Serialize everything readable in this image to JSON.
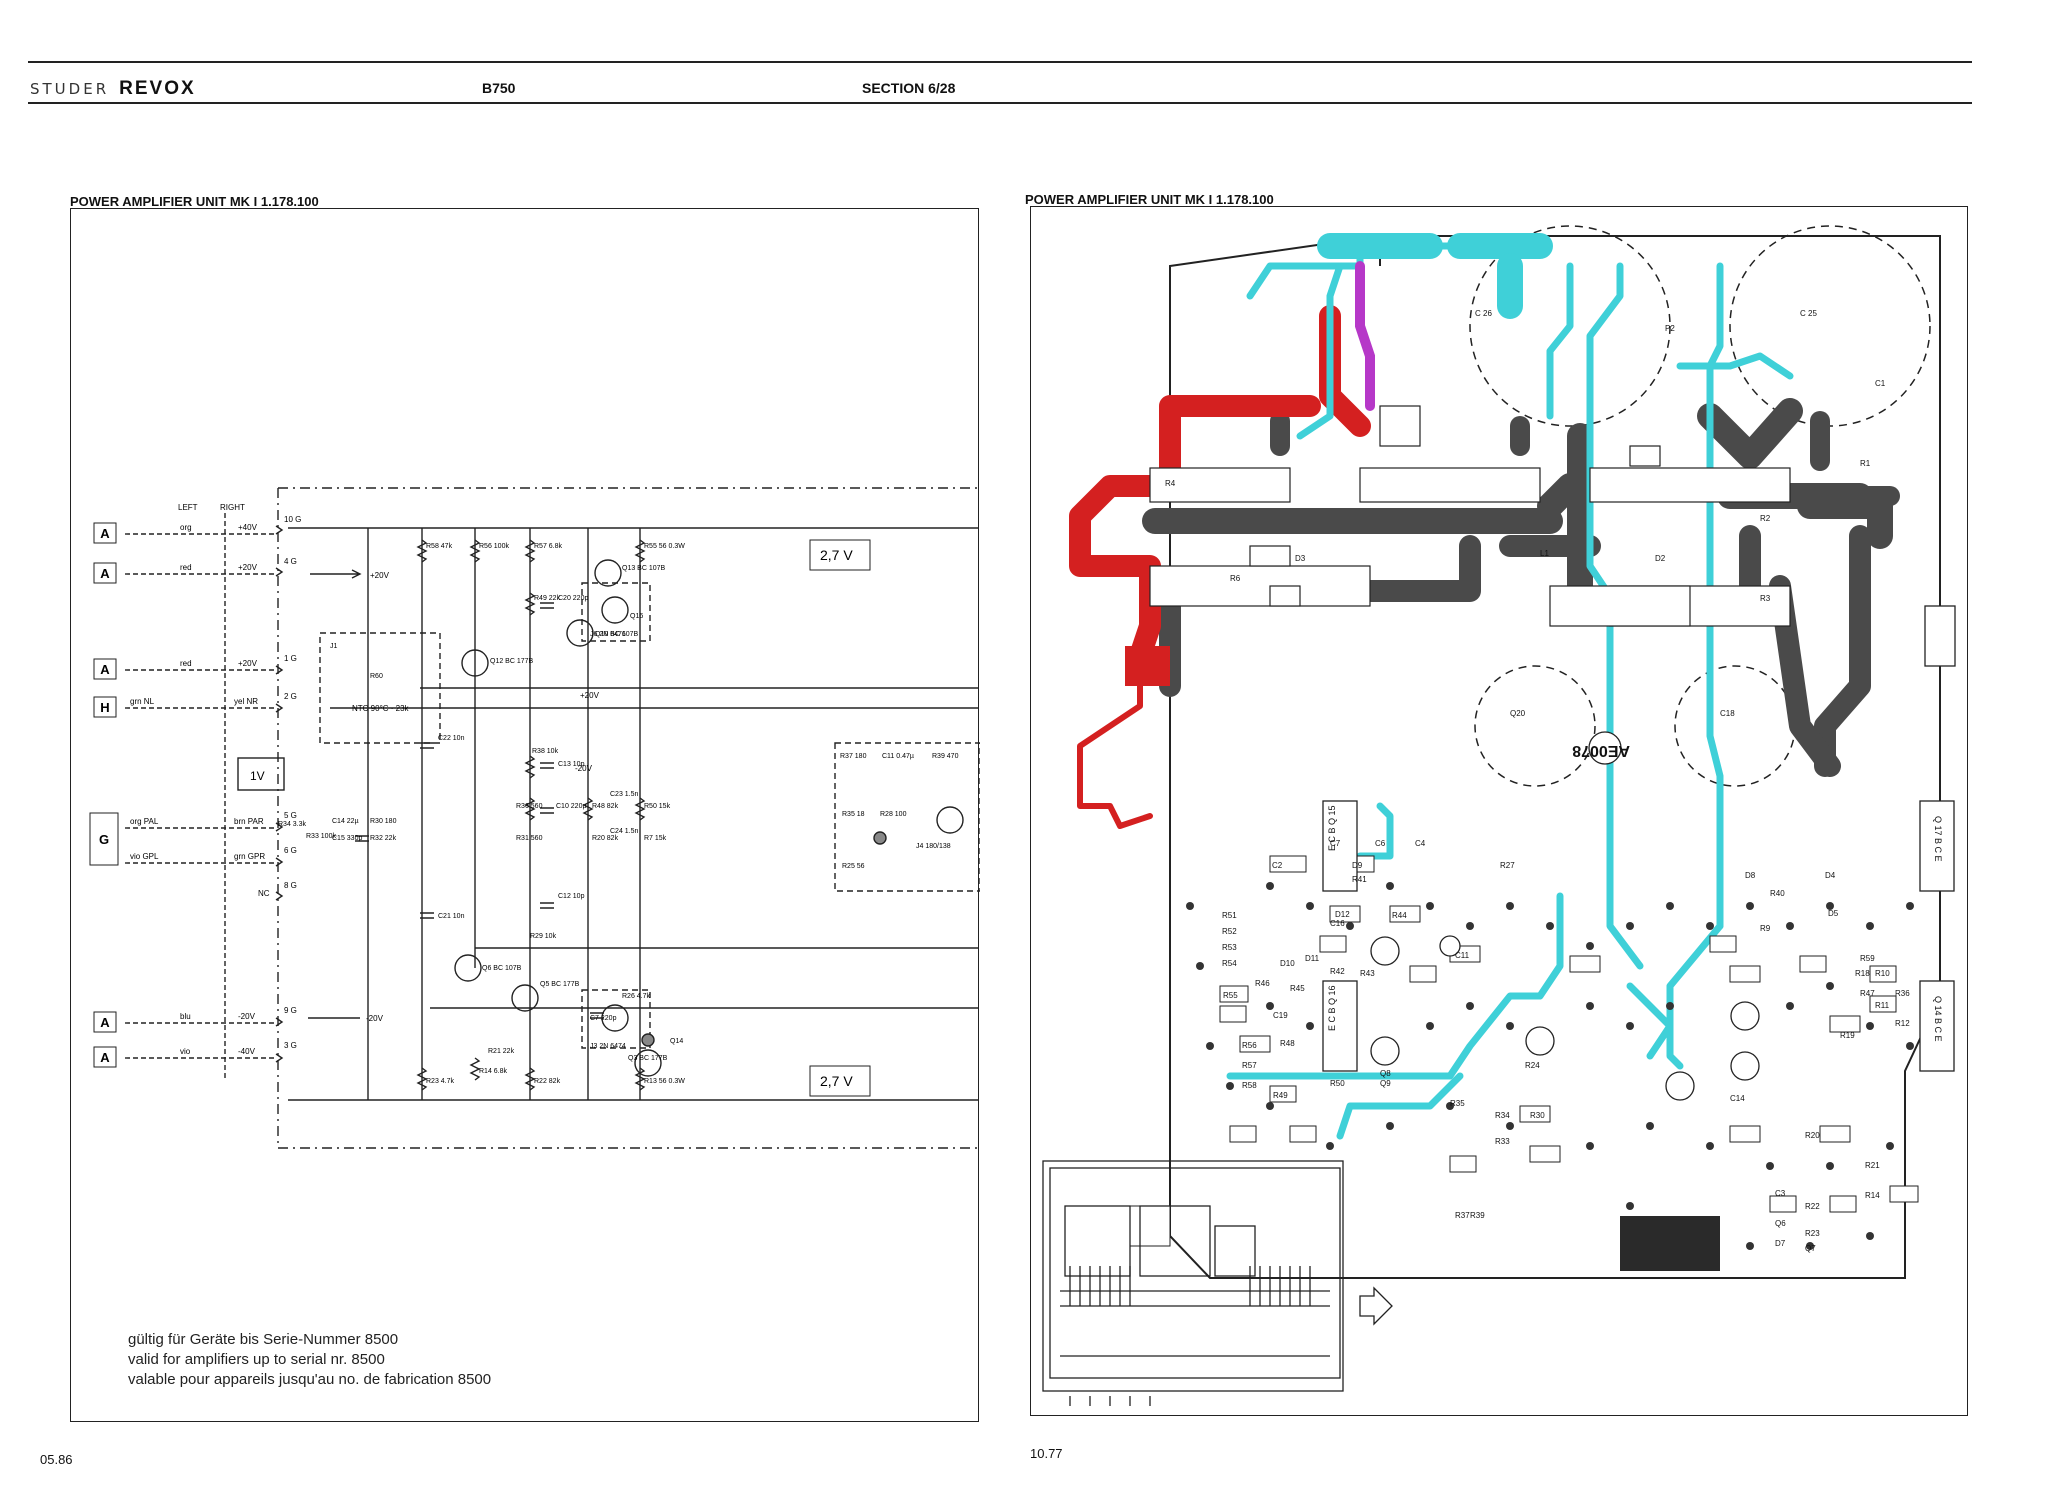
{
  "header": {
    "brand_studer": "STUDER",
    "brand_revox": "REVOX",
    "model": "B750",
    "section": "SECTION 6/28"
  },
  "left_panel": {
    "title": "POWER AMPLIFIER UNIT MK I 1.178.100",
    "channel_labels": {
      "left": "LEFT",
      "right": "RIGHT"
    },
    "connectors": [
      {
        "box": "A",
        "wire": "org",
        "net": "+40V",
        "pin": "10 G"
      },
      {
        "box": "A",
        "wire": "red",
        "net": "+20V",
        "pin": "4 G"
      },
      {
        "box": "A",
        "wire": "red",
        "net": "+20V",
        "pin": "1 G"
      },
      {
        "box": "H",
        "wire": "grn NL",
        "net": "yel NR",
        "pin": "2 G"
      },
      {
        "box": "G",
        "wire": "org PAL",
        "net": "brn PAR",
        "pin": "5 G"
      },
      {
        "box": "",
        "wire": "vio GPL",
        "net": "grn GPR",
        "pin": "6 G"
      },
      {
        "box": "",
        "wire": "",
        "net": "NC",
        "pin": "8 G"
      },
      {
        "box": "A",
        "wire": "blu",
        "net": "-20V",
        "pin": "9 G"
      },
      {
        "box": "A",
        "wire": "vio",
        "net": "-40V",
        "pin": "3 G"
      }
    ],
    "annotations": {
      "plus20": "+20V",
      "minus20": "-20V",
      "plus20_mid": "+20V",
      "minus20_mid": "-20V",
      "ntc": "NTC 90°C · 23k",
      "voltage_top": "2,7 V",
      "voltage_bottom": "2,7 V",
      "box_1v": "1V"
    },
    "components": [
      "R58 47k",
      "R56 100k",
      "R57 6.8k",
      "R55 56 0.3W",
      "Q13 BC 107B",
      "Q16",
      "R49 22k",
      "C20 220p",
      "Q10 BC 107B",
      "Q12 BC 177B",
      "J1",
      "R60",
      "J6 2N 6476",
      "C22 10n",
      "R38 10k",
      "C13 10p",
      "R37 180",
      "C11 0.47µ",
      "R39 470",
      "R36 560",
      "C10 220µ",
      "R48 82k",
      "C23 1.5n",
      "R50 15k",
      "R35 18",
      "R28 100",
      "R31 560",
      "R20 82k",
      "C24 1.5n",
      "R7 15k",
      "J4 180/138",
      "R25 56",
      "C14 22µ",
      "R30 180",
      "R34 3.3k",
      "R33 100k",
      "C15 330p",
      "R32 22k",
      "C12 10p",
      "R29 10k",
      "C21 10n",
      "Q6 BC 107B",
      "Q5 BC 177B",
      "R26 4.7k",
      "J3 2N 6474",
      "Q14",
      "R21 22k",
      "C7 220p",
      "Q3 BC 177B",
      "R23 4.7k",
      "R14 6.8k",
      "R22 82k",
      "R13 56 0.3W"
    ],
    "validity": [
      "gültig für Geräte bis Serie-Nummer 8500",
      "valid for amplifiers up to serial nr. 8500",
      "valable pour appareils jusqu'au no. de fabrication 8500"
    ],
    "date": "05.86"
  },
  "right_panel": {
    "title": "POWER AMPLIFIER UNIT MK I 1.178.100",
    "side_labels": {
      "q15": "E C B  Q 15",
      "q16": "E C B  Q 16",
      "q17": "Q 17  B C E",
      "q14": "Q 14  B C E"
    },
    "board_marking": "AE0078",
    "board_labels": [
      "C 26",
      "C 25",
      "C1",
      "P2",
      "R4",
      "R1",
      "R2",
      "R3",
      "R6",
      "D3",
      "D2",
      "Q20",
      "L1",
      "C16",
      "C18"
    ],
    "pcb_parts": [
      "C2",
      "C7",
      "C6",
      "C4",
      "D9",
      "R41",
      "R27",
      "D8",
      "R40",
      "D4",
      "D5",
      "R9",
      "D12",
      "R44",
      "R51",
      "R52",
      "R53",
      "R54",
      "D10",
      "D11",
      "R46",
      "R45",
      "R43",
      "R42",
      "C11",
      "R59",
      "R18",
      "R47",
      "R10",
      "R11",
      "R12",
      "R55",
      "C19",
      "R48",
      "R56",
      "R57",
      "R58",
      "R49",
      "R50",
      "Q9",
      "Q8",
      "R24",
      "R35",
      "R34",
      "R33",
      "R30",
      "C14",
      "R20",
      "R14",
      "R21",
      "R22",
      "R23",
      "Q7",
      "C3",
      "Q6",
      "D7",
      "R19",
      "R36",
      "R37",
      "R39"
    ],
    "date": "10.77"
  },
  "colors": {
    "trace_dark": "#4a4a4a",
    "trace_red": "#d42020",
    "trace_cyan": "#3fd0d8",
    "trace_magenta": "#b638c8"
  }
}
